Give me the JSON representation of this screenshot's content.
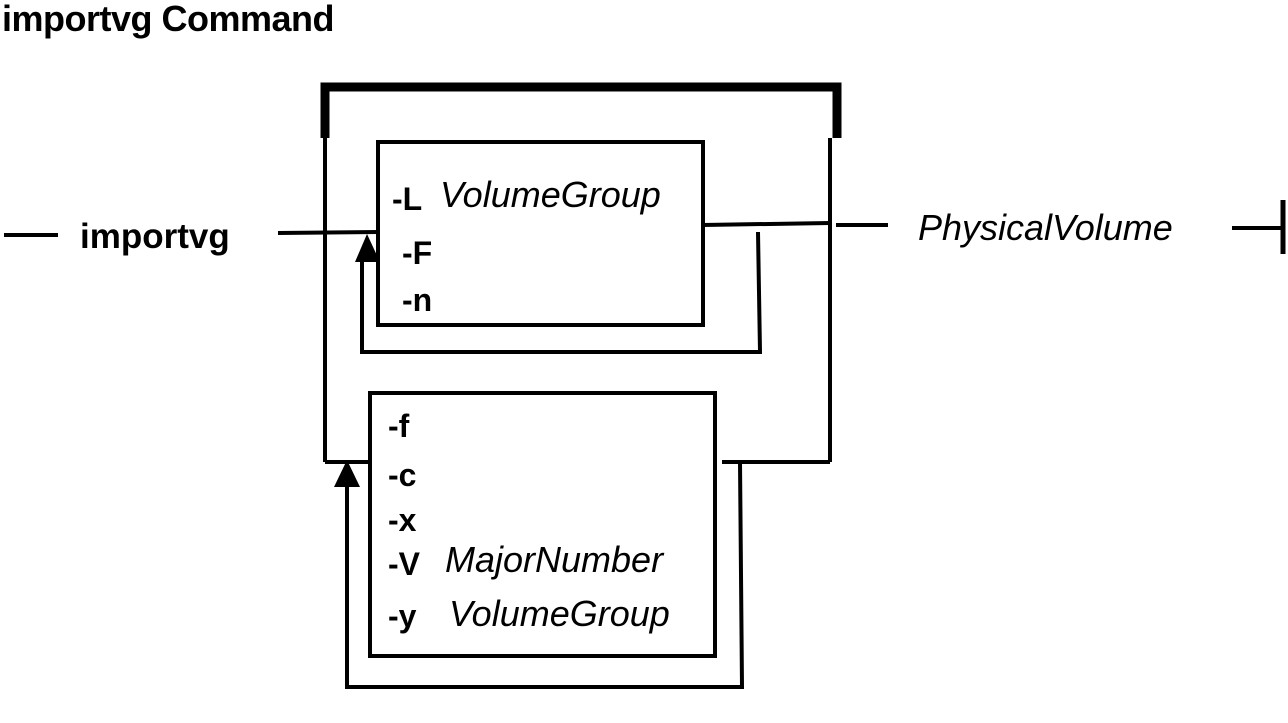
{
  "title": "importvg Command",
  "command": "importvg",
  "operand": "PhysicalVolume",
  "group1": {
    "options": [
      {
        "flag": "-L",
        "arg": "VolumeGroup"
      },
      {
        "flag": "-F",
        "arg": ""
      },
      {
        "flag": "-n",
        "arg": ""
      }
    ],
    "repeatable": true
  },
  "group2": {
    "options": [
      {
        "flag": "-f",
        "arg": ""
      },
      {
        "flag": "-c",
        "arg": ""
      },
      {
        "flag": "-x",
        "arg": ""
      },
      {
        "flag": "-V",
        "arg": "MajorNumber"
      },
      {
        "flag": "-y",
        "arg": "VolumeGroup"
      }
    ],
    "repeatable": true
  },
  "colors": {
    "stroke": "#000000",
    "background": "#ffffff"
  }
}
